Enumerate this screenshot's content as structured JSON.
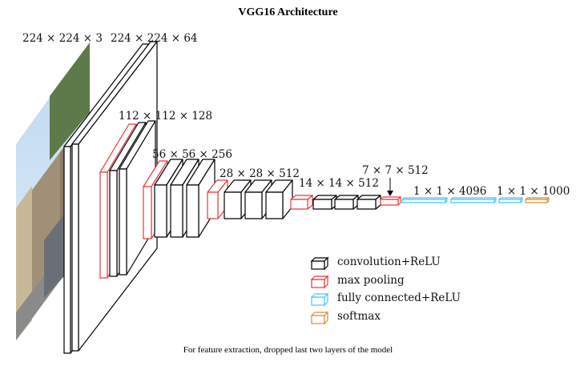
{
  "title": "VGG16 Architecture",
  "caption": "For feature extraction, dropped last two layers of the model",
  "dimension_labels": {
    "input": "224 × 224 × 3",
    "block1": "224 × 224 × 64",
    "block2": "112 × 112 × 128",
    "block3": "56 × 56 × 256",
    "block4": "28 × 28 × 512",
    "block5": "14 × 14 × 512",
    "pool5": "7 × 7 × 512",
    "fc1": "1 × 1 × 4096",
    "fc3": "1 × 1 × 1000"
  },
  "legend": [
    {
      "label": "convolution+ReLU",
      "color": "#000000"
    },
    {
      "label": "max pooling",
      "color": "#e8383d"
    },
    {
      "label": "fully connected+ReLU",
      "color": "#4fc3f7"
    },
    {
      "label": "softmax",
      "color": "#d4903a"
    }
  ],
  "colors": {
    "conv": "#000000",
    "pool": "#e8383d",
    "fc": "#4fc3f7",
    "softmax": "#d4903a"
  }
}
